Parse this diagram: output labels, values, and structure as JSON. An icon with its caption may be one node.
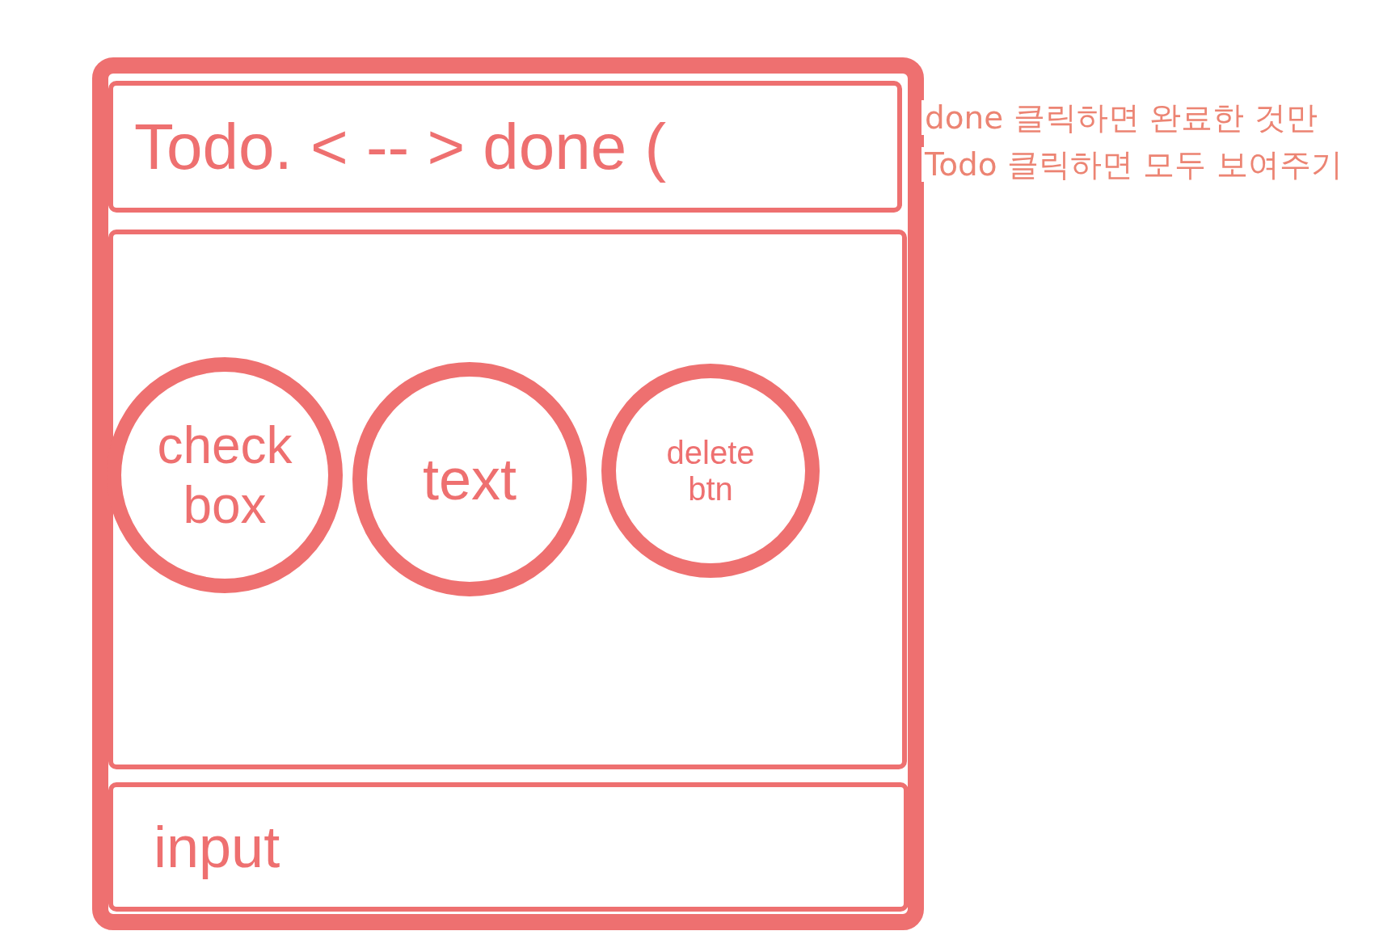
{
  "diagram": {
    "nodes": [
      {
        "text": [],
        "shape": "box"
      },
      {
        "text": [
          "Todo. < -- > done ("
        ],
        "in": 0
      },
      {
        "text": [],
        "shape": "box",
        "in": 0
      },
      {
        "text": [
          "check box"
        ],
        "in": 2
      },
      {
        "text": [
          "text"
        ],
        "in": 2
      },
      {
        "text": [
          "delete btn"
        ],
        "in": 2
      },
      {
        "text": [
          "input"
        ],
        "in": 0
      }
    ],
    "edges": [],
    "labels": [
      "done 클릭하면 완료한 것만",
      "Todo 클릭하면 모두 보여주기"
    ]
  }
}
